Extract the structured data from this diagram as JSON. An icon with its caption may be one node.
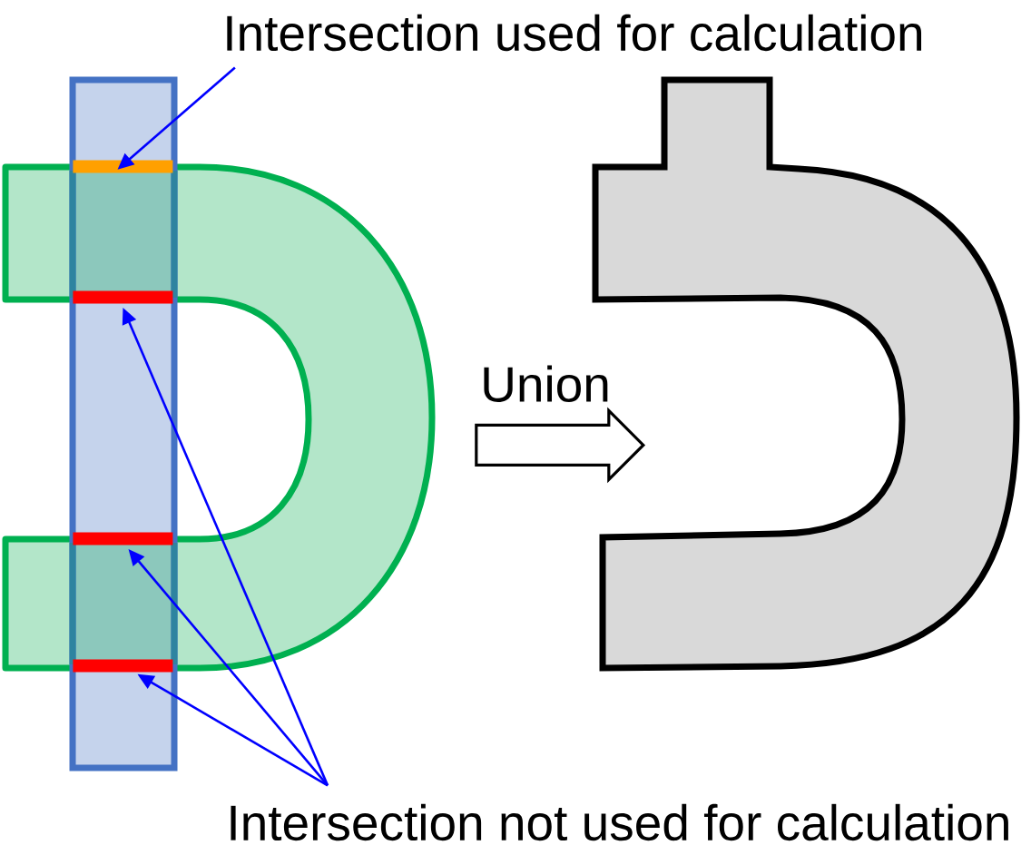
{
  "diagram": {
    "nodes": [
      {
        "text": [
          "Intersection used for calculation"
        ]
      },
      {
        "text": [],
        "shape": "picture"
      },
      {
        "text": [],
        "shape": "bar",
        "in": 1
      },
      {
        "text": [],
        "shape": "bar",
        "in": 1
      },
      {
        "text": [],
        "shape": "bar",
        "in": 1
      },
      {
        "text": [],
        "shape": "bar",
        "in": 1
      },
      {
        "text": [],
        "shape": "picture"
      },
      {
        "text": [
          "Intersection not used for calculation"
        ]
      }
    ],
    "edges": [
      {
        "from": 0,
        "to": 2,
        "arrow": "to"
      },
      {
        "from": 7,
        "to": 3,
        "arrow": "to"
      },
      {
        "from": 7,
        "to": 4,
        "arrow": "to"
      },
      {
        "from": 7,
        "to": 5,
        "arrow": "to"
      },
      {
        "from": 1,
        "to": 6,
        "arrow": "to",
        "label": "Union",
        "color": "#000000"
      }
    ]
  }
}
